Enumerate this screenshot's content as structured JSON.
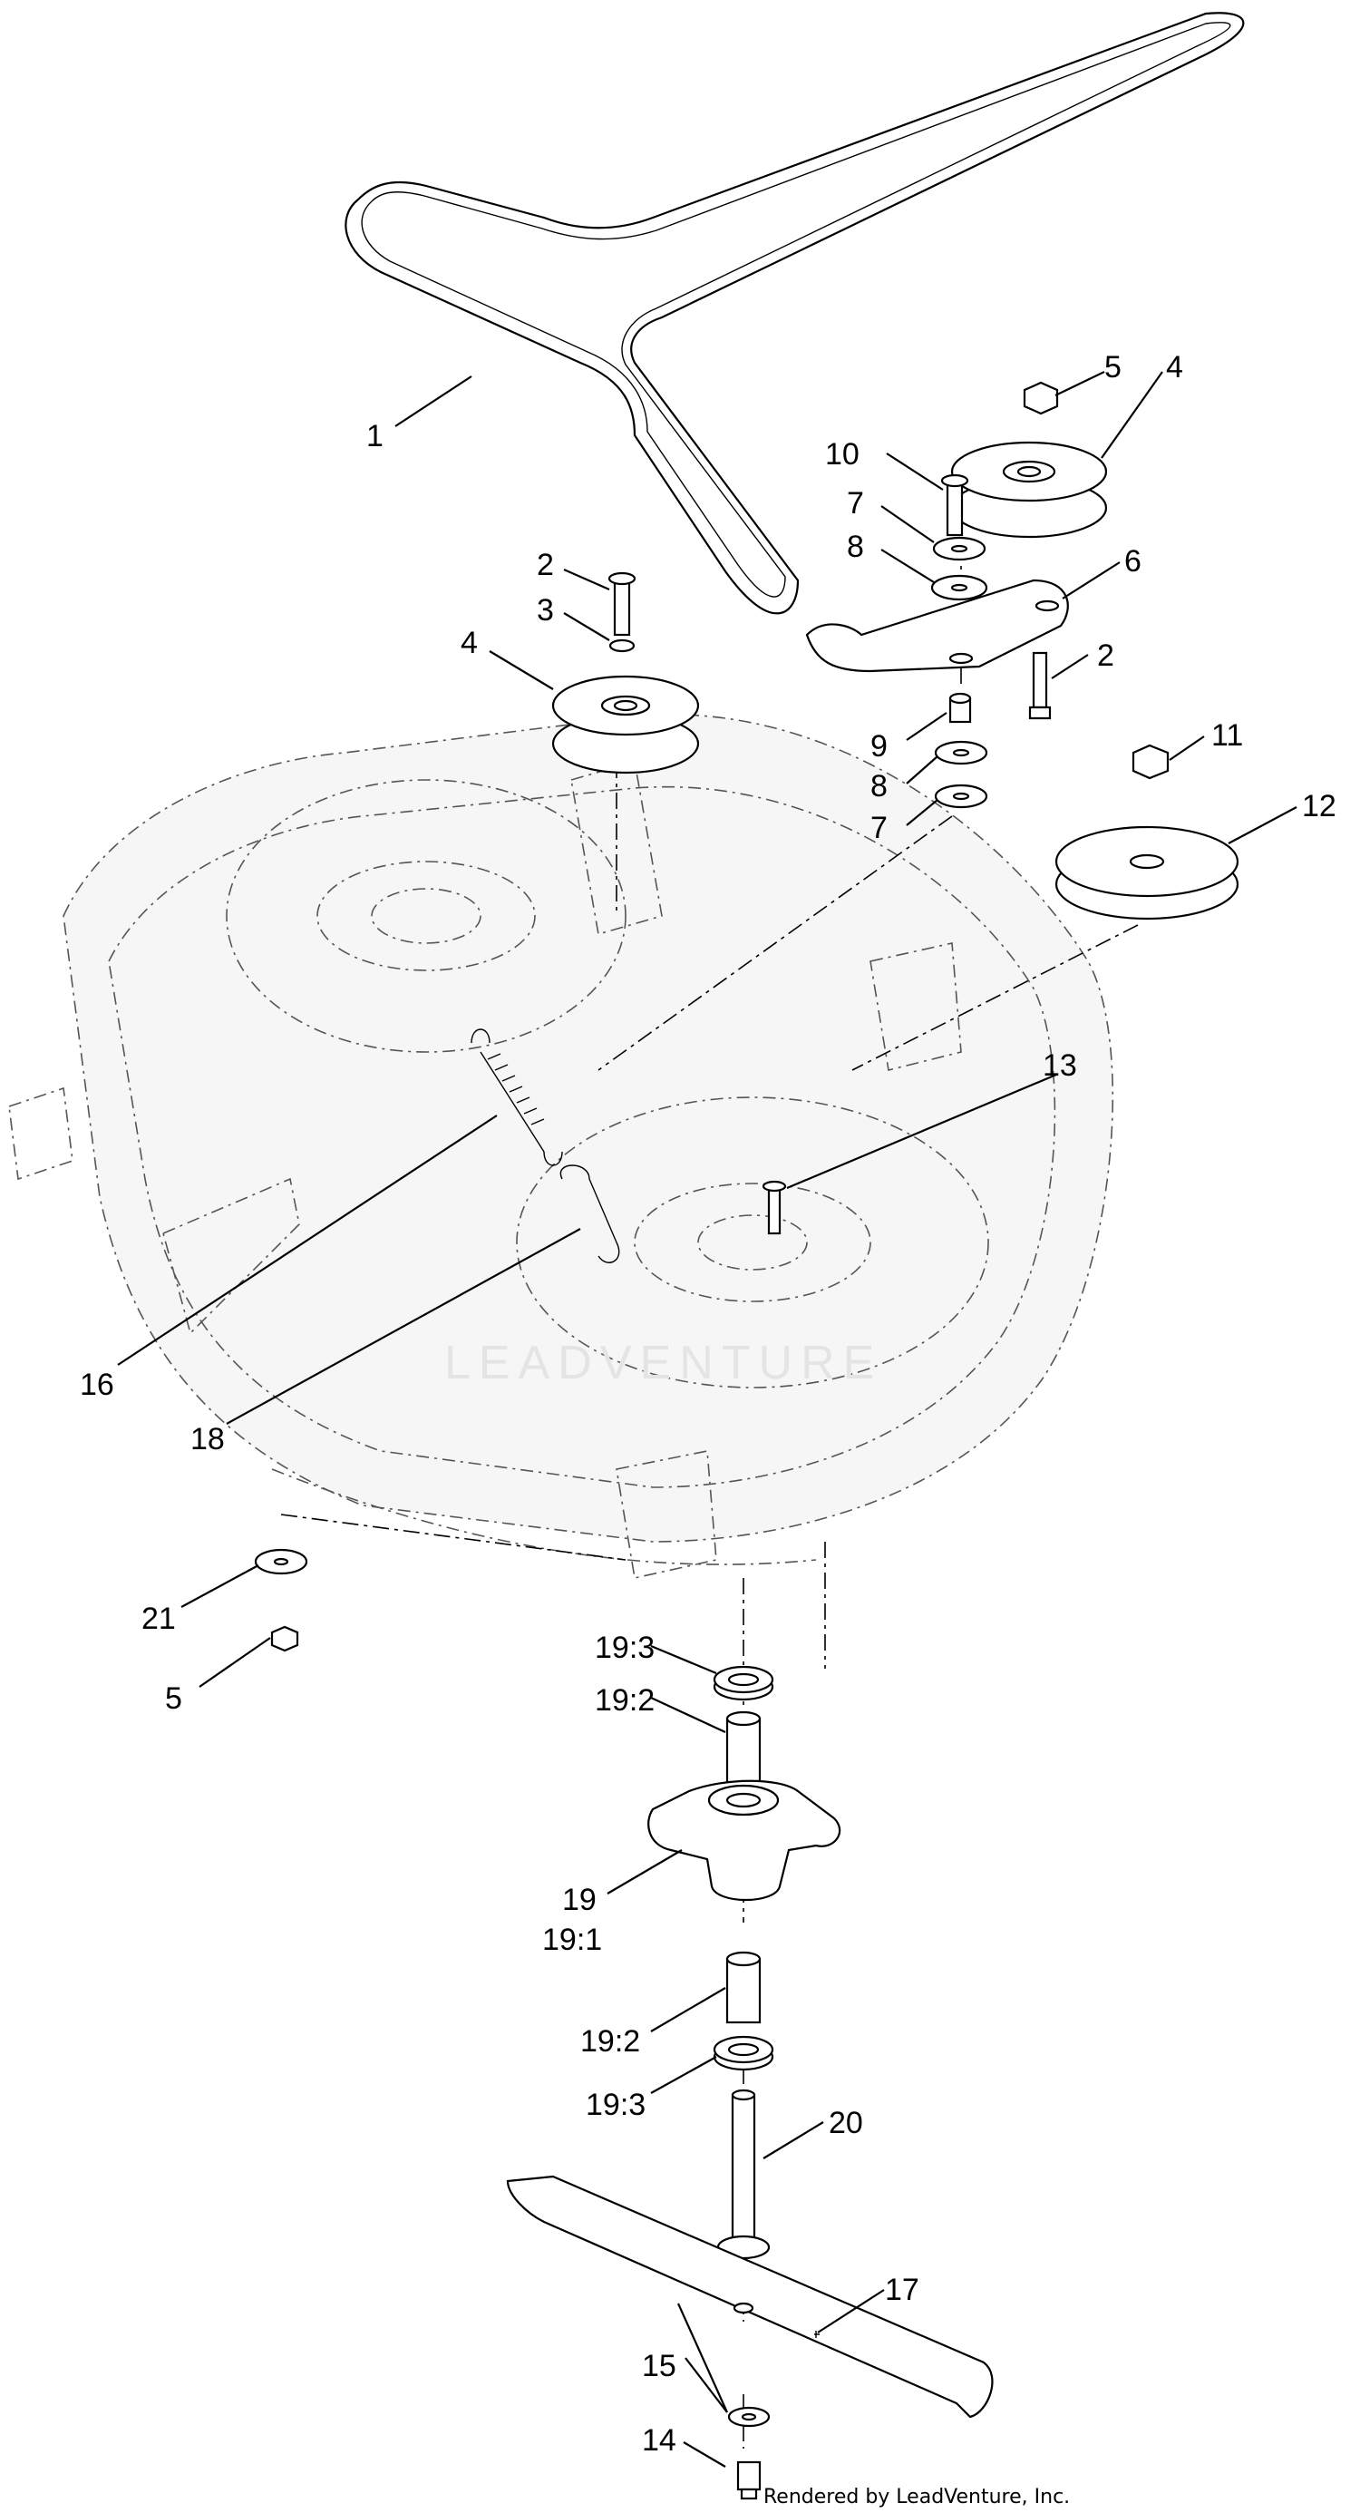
{
  "callouts": [
    {
      "id": "c-1",
      "label": "1"
    },
    {
      "id": "c-2a",
      "label": "2"
    },
    {
      "id": "c-3",
      "label": "3"
    },
    {
      "id": "c-4a",
      "label": "4"
    },
    {
      "id": "c-5a",
      "label": "5"
    },
    {
      "id": "c-4b",
      "label": "4"
    },
    {
      "id": "c-10",
      "label": "10"
    },
    {
      "id": "c-7a",
      "label": "7"
    },
    {
      "id": "c-8a",
      "label": "8"
    },
    {
      "id": "c-6",
      "label": "6"
    },
    {
      "id": "c-2b",
      "label": "2"
    },
    {
      "id": "c-9",
      "label": "9"
    },
    {
      "id": "c-8b",
      "label": "8"
    },
    {
      "id": "c-7b",
      "label": "7"
    },
    {
      "id": "c-11",
      "label": "11"
    },
    {
      "id": "c-12",
      "label": "12"
    },
    {
      "id": "c-13",
      "label": "13"
    },
    {
      "id": "c-16",
      "label": "16"
    },
    {
      "id": "c-18",
      "label": "18"
    },
    {
      "id": "c-21",
      "label": "21"
    },
    {
      "id": "c-5b",
      "label": "5"
    },
    {
      "id": "c-19-3a",
      "label": "19:3"
    },
    {
      "id": "c-19-2a",
      "label": "19:2"
    },
    {
      "id": "c-19",
      "label": "19"
    },
    {
      "id": "c-19-1",
      "label": "19:1"
    },
    {
      "id": "c-19-2b",
      "label": "19:2"
    },
    {
      "id": "c-19-3b",
      "label": "19:3"
    },
    {
      "id": "c-20",
      "label": "20"
    },
    {
      "id": "c-17",
      "label": "17"
    },
    {
      "id": "c-15",
      "label": "15"
    },
    {
      "id": "c-14",
      "label": "14"
    }
  ],
  "watermark": "LEADVENTURE",
  "footer": "Rendered by LeadVenture, Inc."
}
